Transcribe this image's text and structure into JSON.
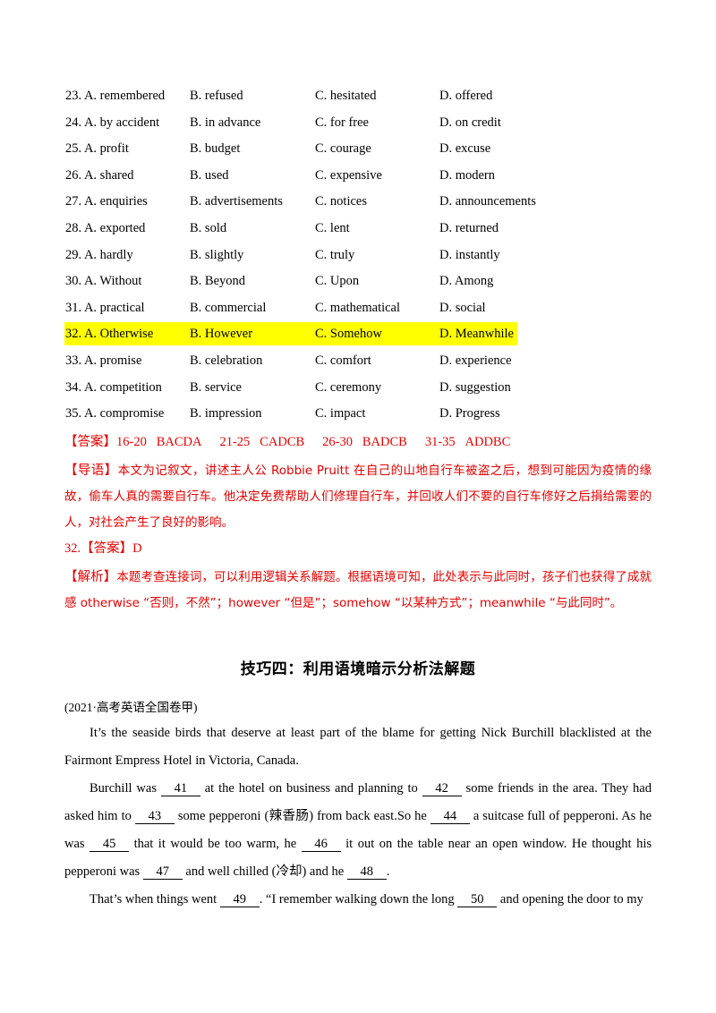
{
  "options": [
    {
      "num": "23.",
      "a": "A.  remembered",
      "b": "B.  refused",
      "c": "C.  hesitated",
      "d": "D.  offered",
      "highlight": false
    },
    {
      "num": "24.",
      "a": "A.  by accident",
      "b": "B.  in advance",
      "c": "C.  for free",
      "d": "D.  on credit",
      "highlight": false
    },
    {
      "num": "25.",
      "a": "A.  profit",
      "b": "B.  budget",
      "c": "C.  courage",
      "d": "D.  excuse",
      "highlight": false
    },
    {
      "num": "26.",
      "a": "A.  shared",
      "b": "B.  used",
      "c": "C.  expensive",
      "d": "D.  modern",
      "highlight": false
    },
    {
      "num": "27.",
      "a": "A.  enquiries",
      "b": "B.  advertisements",
      "c": "C.  notices",
      "d": "D.  announcements",
      "highlight": false
    },
    {
      "num": "28.",
      "a": "A.  exported",
      "b": "B.  sold",
      "c": "C.  lent",
      "d": "D.  returned",
      "highlight": false
    },
    {
      "num": "29.",
      "a": "A.  hardly",
      "b": "B.  slightly",
      "c": "C.  truly",
      "d": "D.  instantly",
      "highlight": false
    },
    {
      "num": "30.",
      "a": "A.  Without",
      "b": "B.  Beyond",
      "c": "C.  Upon",
      "d": "D.  Among",
      "highlight": false
    },
    {
      "num": "31.",
      "a": "A.  practical",
      "b": "B.  commercial",
      "c": "C.  mathematical",
      "d": "D.  social",
      "highlight": false
    },
    {
      "num": "32.",
      "a": "A.  Otherwise",
      "b": "B.  However",
      "c": "C.  Somehow",
      "d": "D.  Meanwhile",
      "highlight": true
    },
    {
      "num": "33.",
      "a": "A.  promise",
      "b": "B.  celebration",
      "c": "C.  comfort",
      "d": "D.  experience",
      "highlight": false
    },
    {
      "num": "34.",
      "a": "A.  competition",
      "b": "B.  service",
      "c": "C.  ceremony",
      "d": "D.  suggestion",
      "highlight": false
    },
    {
      "num": "35.",
      "a": "A.  compromise",
      "b": "B.  impression",
      "c": "C.  impact",
      "d": "D.  Progress",
      "highlight": false
    }
  ],
  "answer": {
    "label": "【答案】",
    "groups": [
      "16-20   BACDA",
      "21-25   CADCB",
      "26-30   BADCB",
      "31-35   ADDBC"
    ]
  },
  "guide": {
    "label": "【导语】",
    "text": "本文为记叙文，讲述主人公 Robbie Pruitt 在自己的山地自行车被盗之后，想到可能因为疫情的缘故，偷车人真的需要自行车。他决定免费帮助人们修理自行车，并回收人们不要的自行车修好之后捐给需要的人，对社会产生了良好的影响。"
  },
  "q32": {
    "text": "32.【答案】D"
  },
  "analysis": {
    "label": "【解析】",
    "text": "本题考查连接词，可以利用逻辑关系解题。根据语境可知，此处表示与此同时，孩子们也获得了成就感 otherwise “否则，不然”；however “但是”；somehow “以某种方式”；meanwhile “与此同时”。"
  },
  "section_title": "技巧四：利用语境暗示分析法解题",
  "source": "(2021·高考英语全国卷甲)",
  "passage": {
    "p1": "It’s the seaside birds that deserve at least part of the blame for getting Nick Burchill blacklisted at the Fairmont Empress Hotel in Victoria,  Canada.",
    "p2": [
      {
        "t": "Burchill was "
      },
      {
        "b": "41"
      },
      {
        "t": " at the hotel on business and planning to "
      },
      {
        "b": "42"
      },
      {
        "t": " some friends in the area.  They had asked him to "
      },
      {
        "b": "43"
      },
      {
        "t": " some pepperoni  (辣香肠) from back east.So he "
      },
      {
        "b": "44"
      },
      {
        "t": " a suitcase full of pepperoni.  As he was "
      },
      {
        "b": "45"
      },
      {
        "t": " that it would be too warm,  he "
      },
      {
        "b": "46"
      },
      {
        "t": " it out on the table near an open window.  He thought his pepperoni was "
      },
      {
        "b": "47"
      },
      {
        "t": " and well chilled  (冷却) and he "
      },
      {
        "b": "48"
      },
      {
        "t": "."
      }
    ],
    "p3": [
      {
        "t": "That’s when things went "
      },
      {
        "b": "49"
      },
      {
        "t": ".  “I remember walking down the long "
      },
      {
        "b": "50"
      },
      {
        "t": " and opening the door to my"
      }
    ]
  }
}
